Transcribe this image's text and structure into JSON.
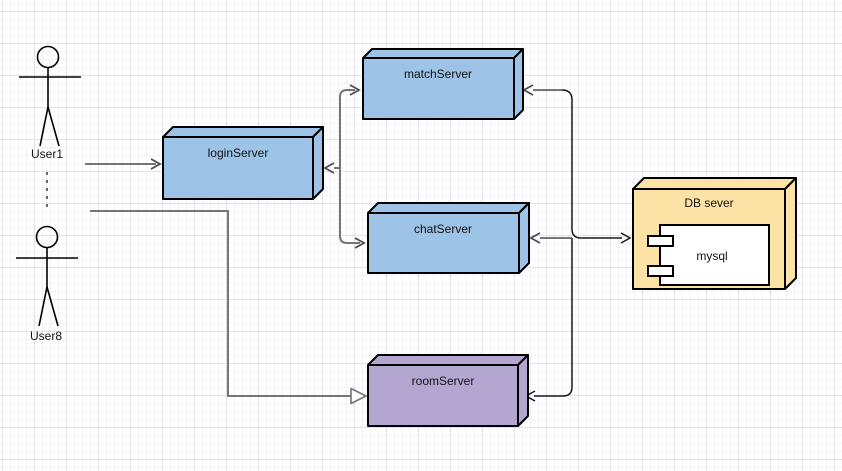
{
  "canvas": {
    "description": "diagram editor grid canvas"
  },
  "actors": {
    "user1": {
      "label": "User1"
    },
    "user8": {
      "label": "User8"
    }
  },
  "nodes": {
    "loginServer": {
      "label": "loginServer",
      "fill": "#9dc3e6"
    },
    "matchServer": {
      "label": "matchServer",
      "fill": "#9dc3e6"
    },
    "chatServer": {
      "label": "chatServer",
      "fill": "#9dc3e6"
    },
    "roomServer": {
      "label": "roomServer",
      "fill": "#b3a6d0"
    },
    "dbServer": {
      "label": "DB sever",
      "fill": "#fce3a5",
      "component": {
        "label": "mysql",
        "fill": "#ffffff"
      }
    }
  },
  "edges": [
    {
      "from": "User1",
      "to": "loginServer",
      "arrow": "open"
    },
    {
      "from": "loginServer",
      "to": "matchServer",
      "arrow": "open-both-ends"
    },
    {
      "from": "loginServer",
      "to": "chatServer",
      "arrow": "open-both-ends"
    },
    {
      "from": "User8",
      "to": "roomServer",
      "arrow": "hollow-triangle"
    },
    {
      "from": "DB sever",
      "to": "matchServer",
      "arrow": "open"
    },
    {
      "from": "chatServer",
      "to": "DB sever",
      "arrow": "open-both-ends"
    },
    {
      "from": "DB sever",
      "to": "roomServer",
      "arrow": "open"
    }
  ],
  "colors": {
    "edge_gray": "#757575",
    "edge_black": "#1a1a1a",
    "node_border": "#000000",
    "grid_minor": "#f3f1fa",
    "grid_major": "#e4def2",
    "background": "#ffffff"
  }
}
